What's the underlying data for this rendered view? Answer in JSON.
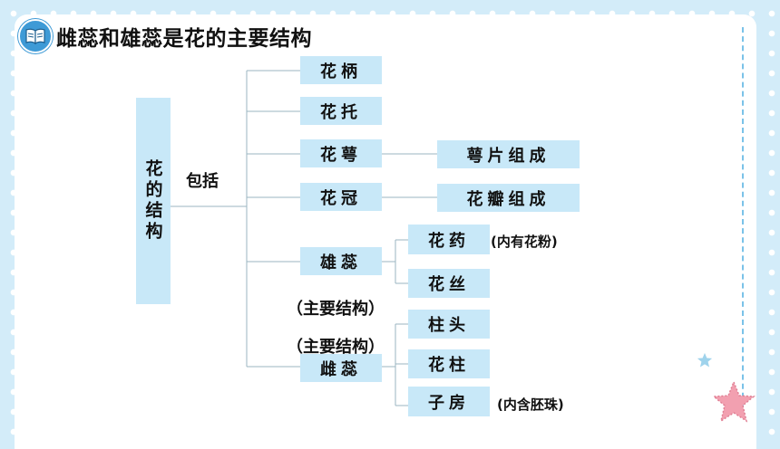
{
  "title": "雌蕊和雄蕊是花的主要结构",
  "icons": [
    "book-icon",
    "star-icon"
  ],
  "colors": {
    "background": "#d3ecf9",
    "box_fill": "#c8e8f8",
    "badge": "#3e9ad6",
    "star_pink": "#f2a0b0",
    "star_blue": "#9fd3ec"
  },
  "diagram": {
    "root": "花的结构",
    "connector": "包括",
    "parts": {
      "stalk": "花柄",
      "receptacle": "花托",
      "calyx": "花萼",
      "calyx_desc": "萼片组成",
      "corolla": "花冠",
      "corolla_desc": "花瓣组成",
      "stamen": "雄蕊",
      "anther": "花药",
      "anther_note": "(内有花粉)",
      "filament": "花丝",
      "stamen_note": "（主要结构）",
      "pistil": "雌蕊",
      "stigma": "柱头",
      "style": "花柱",
      "ovary": "子房",
      "ovary_note": "(内含胚珠)",
      "pistil_note": "（主要结构）"
    }
  }
}
